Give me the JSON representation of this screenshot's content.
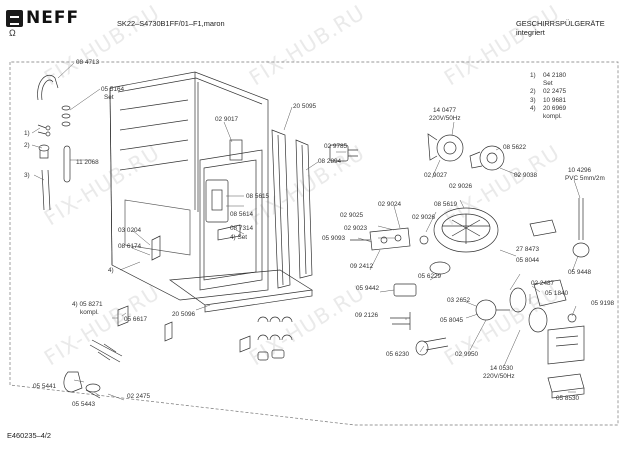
{
  "header": {
    "brand": "NEFF",
    "model_line": "SK22–S4730B1FF/01–F1,maron",
    "category_line1": "GESCHIRRSPÜLGERÄTE",
    "category_line2": "integriert"
  },
  "footer": {
    "drawing_id": "E460235–4/2"
  },
  "kit_list": [
    {
      "no": "1)",
      "part": "04 2180",
      "note": "Set"
    },
    {
      "no": "2)",
      "part": "02 2475",
      "note": ""
    },
    {
      "no": "3)",
      "part": "10 9681",
      "note": ""
    },
    {
      "no": "4)",
      "part": "20 6969",
      "note": "kompl."
    }
  ],
  "labels": {
    "p084713": "08 4713",
    "p055164": "05 5164",
    "set_a": "Set",
    "c1": "1)",
    "c2": "2)",
    "p112068": "11 2068",
    "c3": "3)",
    "p029017": "02 9017",
    "p205095": "20 5095",
    "p082894": "08 2894",
    "p085615": "08 5615",
    "p085614": "08 5614",
    "p087314": "08 7314",
    "c4set": "4)  Set",
    "p030204": "03 0204",
    "p086174": "08 6174",
    "c4": "4)",
    "p058271": "4) 05 8271",
    "kompl_a": "kompl.",
    "p205096": "20 5096",
    "p056617": "05 6617",
    "p055441": "05 5441",
    "p055443": "05 5443",
    "p022475": "02 2475",
    "p140477": "14 0477",
    "v220a": "220V/50Hz",
    "p029785": "02 9785",
    "p085622": "08 5622",
    "p029027": "02 9027",
    "p029026a": "02 9026",
    "p029038": "02 9038",
    "p104296": "10 4296",
    "pvc": "PVC 5mm/2m",
    "p029024": "02 9024",
    "p085619": "08 5619",
    "p029025": "02 9025",
    "p029026b": "02 9026",
    "p029023": "02 9023",
    "p059093": "05 9093",
    "p092412": "09 2412",
    "p278473": "27 8473",
    "p058044": "05 8044",
    "p059448": "05 9448",
    "p056229": "05 6229",
    "p059442": "05 9442",
    "p032652": "03 2652",
    "p022487": "02 2487",
    "p051840": "05 1840",
    "p059198": "05 9198",
    "p092126": "09 2126",
    "p058045": "05 8045",
    "p056230": "05 6230",
    "p029950": "02 9950",
    "p140530": "14 0530",
    "v220b": "220V/50Hz",
    "p058530": "05 8530"
  },
  "watermark": "FIX-HUB.RU"
}
